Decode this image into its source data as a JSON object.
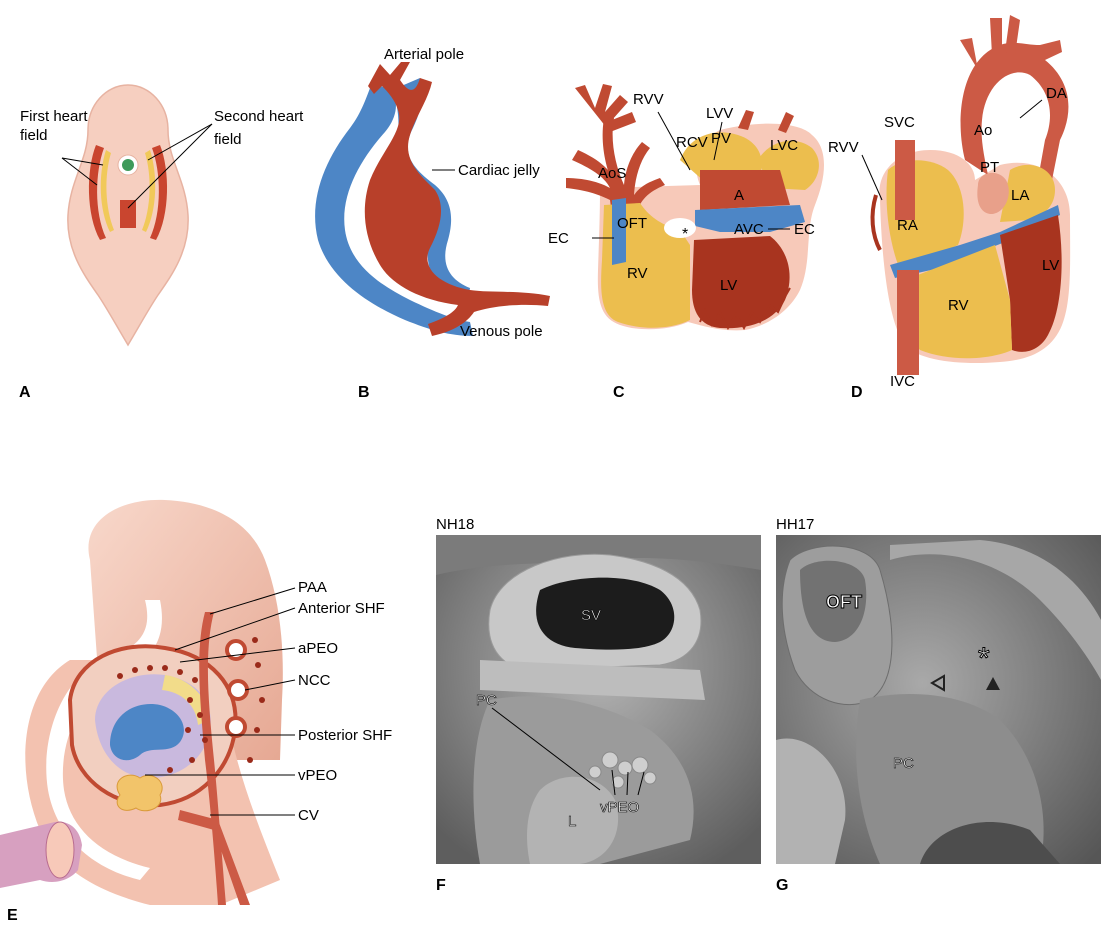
{
  "colors": {
    "myocardium": "#b8402a",
    "vessel": "#cc5a45",
    "jelly": "#4d86c6",
    "chamber_yellow": "#e9b440",
    "pale_yellow": "#f2dc8a",
    "embryo_skin": "#f6cfc0",
    "embryo_dark": "#e7a995",
    "sem_gray": "#8a8a8a"
  },
  "panels": {
    "A": {
      "letter": "A",
      "first_heart_field": [
        "First heart",
        "field"
      ],
      "second_heart_field": [
        "Second heart",
        "field"
      ]
    },
    "B": {
      "letter": "B",
      "arterial_pole": "Arterial pole",
      "cardiac_jelly": "Cardiac jelly",
      "venous_pole": "Venous pole"
    },
    "C": {
      "letter": "C",
      "labels": {
        "rvv": "RVV",
        "lvv": "LVV",
        "rcv": "RCV",
        "pv": "PV",
        "lvc": "LVC",
        "aos": "AoS",
        "a": "A",
        "oft": "OFT",
        "ec_left": "EC",
        "avc": "AVC",
        "ec_right": "EC",
        "asterisk": "*",
        "rv": "RV",
        "lv": "LV"
      }
    },
    "D": {
      "letter": "D",
      "labels": {
        "svc": "SVC",
        "ao": "Ao",
        "da": "DA",
        "rvv": "RVV",
        "pt": "PT",
        "la": "LA",
        "ra": "RA",
        "lv": "LV",
        "rv": "RV",
        "ivc": "IVC"
      }
    },
    "E": {
      "letter": "E",
      "labels": {
        "paa": "PAA",
        "anterior_shf": "Anterior SHF",
        "apeo": "aPEO",
        "ncc": "NCC",
        "posterior_shf": "Posterior SHF",
        "vpeo": "vPEO",
        "cv": "CV"
      }
    },
    "F": {
      "letter": "F",
      "stage": "NH18",
      "labels": {
        "sv": "SV",
        "pc": "PC",
        "vpeo": "vPEO",
        "l": "L"
      }
    },
    "G": {
      "letter": "G",
      "stage": "HH17",
      "labels": {
        "oft": "OFT",
        "asterisk": "*",
        "pc": "PC"
      }
    }
  }
}
